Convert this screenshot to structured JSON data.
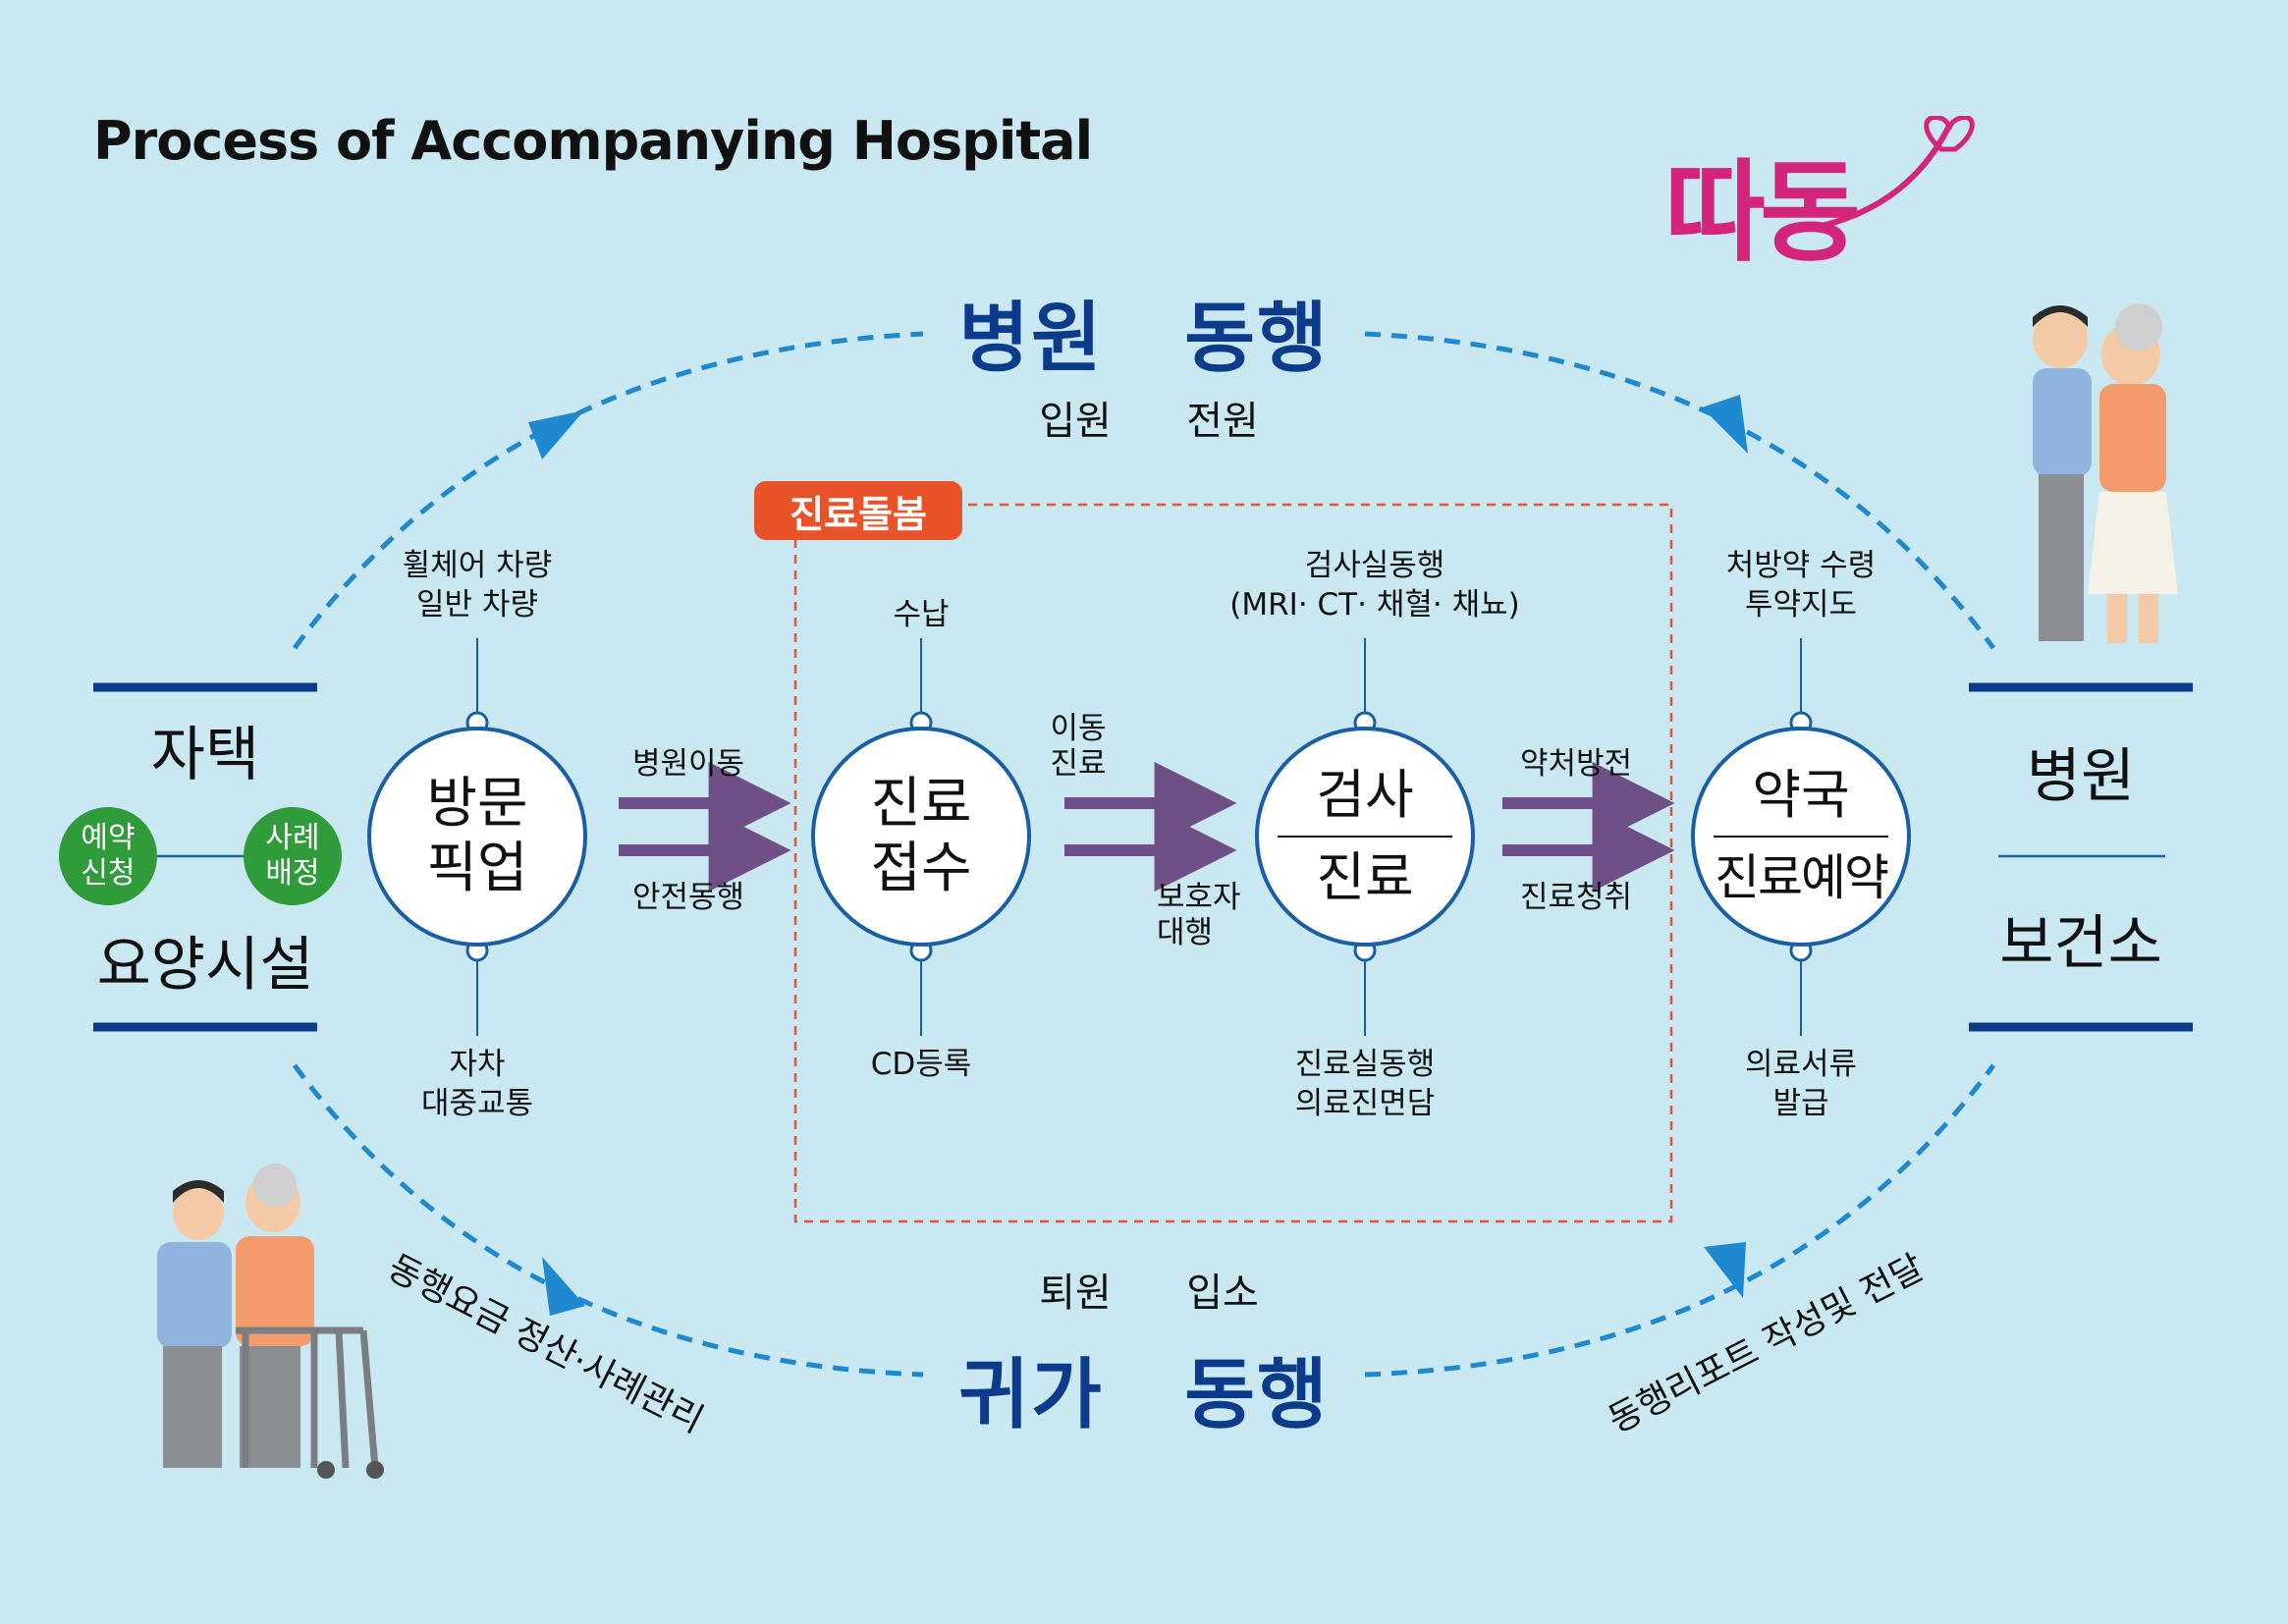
{
  "title": "Process of Accompanying Hospital",
  "logo": {
    "text": "따동",
    "color": "#d4257d"
  },
  "top_section": {
    "title_left": "병원",
    "title_right": "동행",
    "sub_left": "입원",
    "sub_right": "전원"
  },
  "bottom_section": {
    "sub_left": "퇴원",
    "sub_right": "입소",
    "title_left": "귀가",
    "title_right": "동행"
  },
  "care_badge": "진료돌봄",
  "left_end": {
    "top": "자택",
    "bottom": "요양시설",
    "dot1": [
      "예약",
      "신청"
    ],
    "dot2": [
      "사례",
      "배정"
    ]
  },
  "right_end": {
    "top": "병원",
    "bottom": "보건소"
  },
  "steps": [
    {
      "line1": "방문",
      "line2": "픽업",
      "top_note": [
        "휠체어 차량",
        "일반 차량"
      ],
      "bottom_note": [
        "자차",
        "대중교통"
      ]
    },
    {
      "line1": "진료",
      "line2": "접수",
      "top_note": [
        "수납"
      ],
      "bottom_note": [
        "CD등록"
      ]
    },
    {
      "line1": "검사",
      "line2": "진료",
      "top_note": [
        "검사실동행",
        "(MRI· CT· 채혈· 채뇨)"
      ],
      "bottom_note": [
        "진료실동행",
        "의료진면담"
      ]
    },
    {
      "line1": "약국",
      "line2": "진료예약",
      "top_note": [
        "처방약 수령",
        "투약지도"
      ],
      "bottom_note": [
        "의료서류",
        "발급"
      ]
    }
  ],
  "arrows": [
    {
      "top": "병원이동",
      "bottom": "안전동행"
    },
    {
      "top": [
        "이동",
        "진료"
      ],
      "bottom": [
        "보호자",
        "대행"
      ]
    },
    {
      "top": "약처방전",
      "bottom": "진료청취"
    }
  ],
  "curve_notes": {
    "left": "동행요금 정산·사례관리",
    "right": "동행리포트 작성및 전달"
  },
  "colors": {
    "background": "#c9e8f2",
    "navy": "#0d3b8c",
    "circle_border": "#1a5fa6",
    "arrow": "#6e4f86",
    "dashed": "#1e88d0",
    "badge": "#e8532a",
    "green": "#2f9b3a"
  }
}
